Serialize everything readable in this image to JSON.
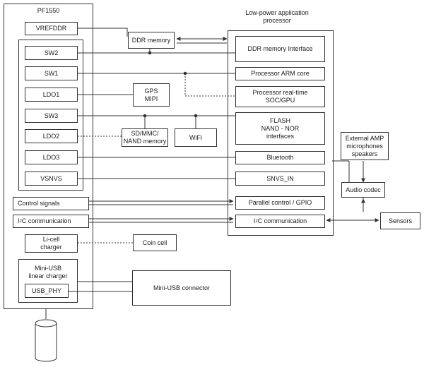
{
  "pmic": {
    "title": "PF1550",
    "vrefddr": "VREFDDR",
    "sw2": "SW2",
    "sw1": "SW1",
    "ldo1": "LDO1",
    "sw3": "SW3",
    "ldo2": "LDO2",
    "ldo3": "LDO3",
    "vsnvs": "VSNVS",
    "control_signals": "Control signals",
    "i2c_prefix": "I",
    "i2c_sup": "2",
    "i2c_suffix": "C communication",
    "licell_1": "Li-cell",
    "licell_2": "charger",
    "miniusb_1": "Mini-USB",
    "miniusb_2": "linear charger",
    "usb_phy": "USB_PHY"
  },
  "middle": {
    "ddr_memory": "DDR memory",
    "gps_1": "GPS",
    "gps_2": "MIPI",
    "sd_1": "SD/MMC/",
    "sd_2": "NAND memory",
    "wifi": "WiFi",
    "coin_cell": "Coin cell",
    "miniusb_connector": "Mini-USB connector"
  },
  "processor": {
    "title_1": "Low-power application",
    "title_2": "processor",
    "ddr_interface": "DDR memory Interface",
    "arm_core": "Processor ARM core",
    "rt_1": "Processor real-time",
    "rt_2": "SOC/GPU",
    "flash_1": "FLASH",
    "flash_2": "NAND - NOR",
    "flash_3": "interfaces",
    "bluetooth": "Bluetooth",
    "snvs_in": "SNVS_IN",
    "parallel": "Parallel control / GPIO",
    "i2c_prefix": "I",
    "i2c_sup": "2",
    "i2c_suffix": "C communication"
  },
  "audio": {
    "ext_1": "External AMP",
    "ext_2": "microphones",
    "ext_3": "speakers",
    "codec": "Audio codec",
    "sensors": "Sensors"
  }
}
